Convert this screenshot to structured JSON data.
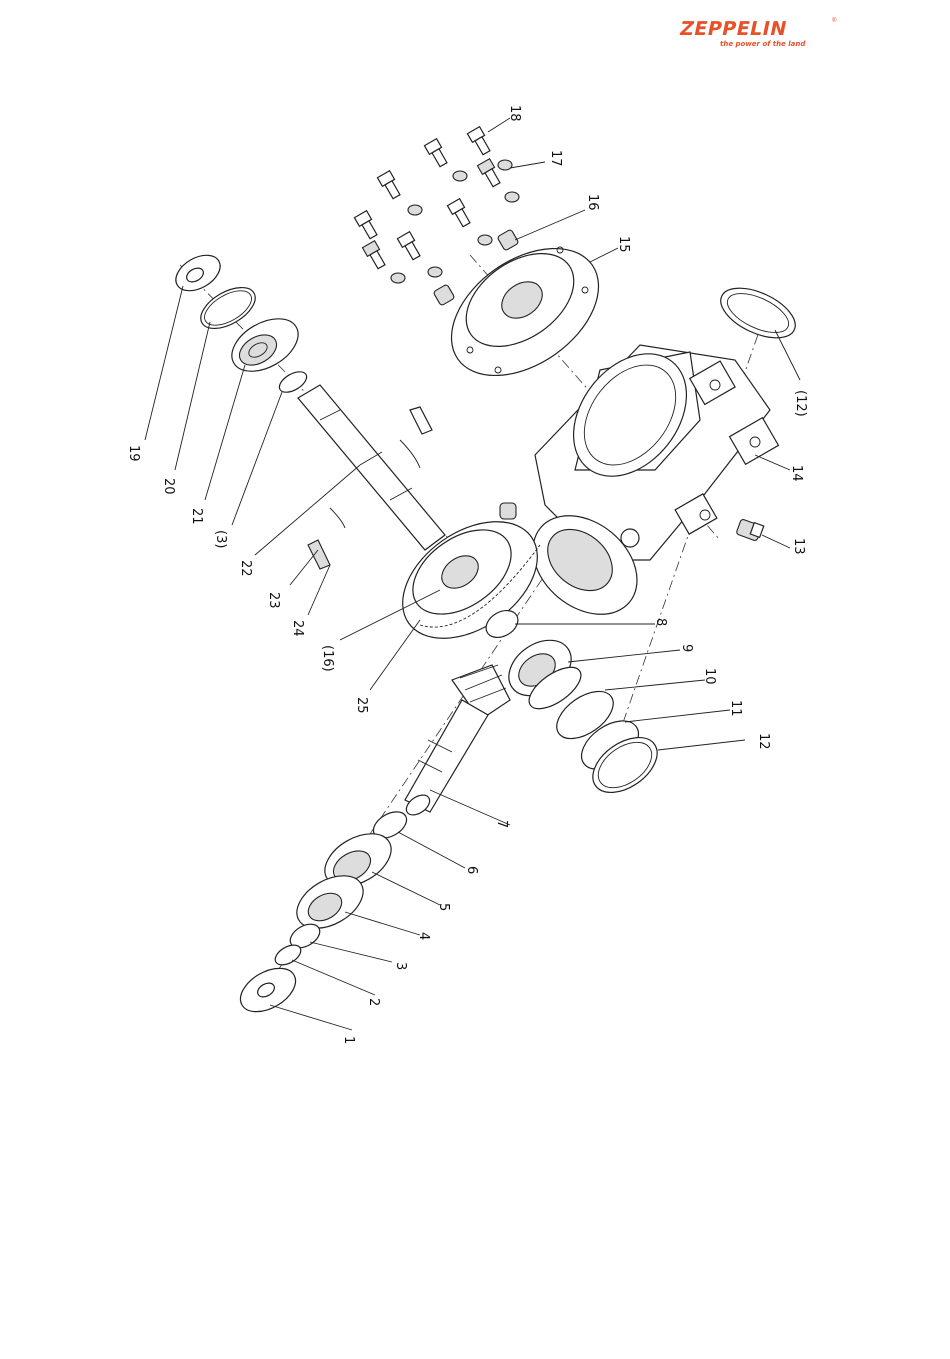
{
  "brand": {
    "name": "ZEPPELIN",
    "tagline": "the power of the land",
    "registered_mark": "®",
    "color": "#e8502a"
  },
  "labels": {
    "l1": "1",
    "l2": "2",
    "l3": "3",
    "l4": "4",
    "l5": "5",
    "l6": "6",
    "l7": "7",
    "l8": "8",
    "l9": "9",
    "l10": "10",
    "l11": "11",
    "l12": "12",
    "l13": "13",
    "l14": "14",
    "l15": "15",
    "l16": "16",
    "l17": "17",
    "l18": "18",
    "l19": "19",
    "l20": "20",
    "l21": "21",
    "l3b": "(3)",
    "l22": "22",
    "l23": "23",
    "l24": "24",
    "l16b": "(16)",
    "l25": "25",
    "l12b": "(12)"
  }
}
